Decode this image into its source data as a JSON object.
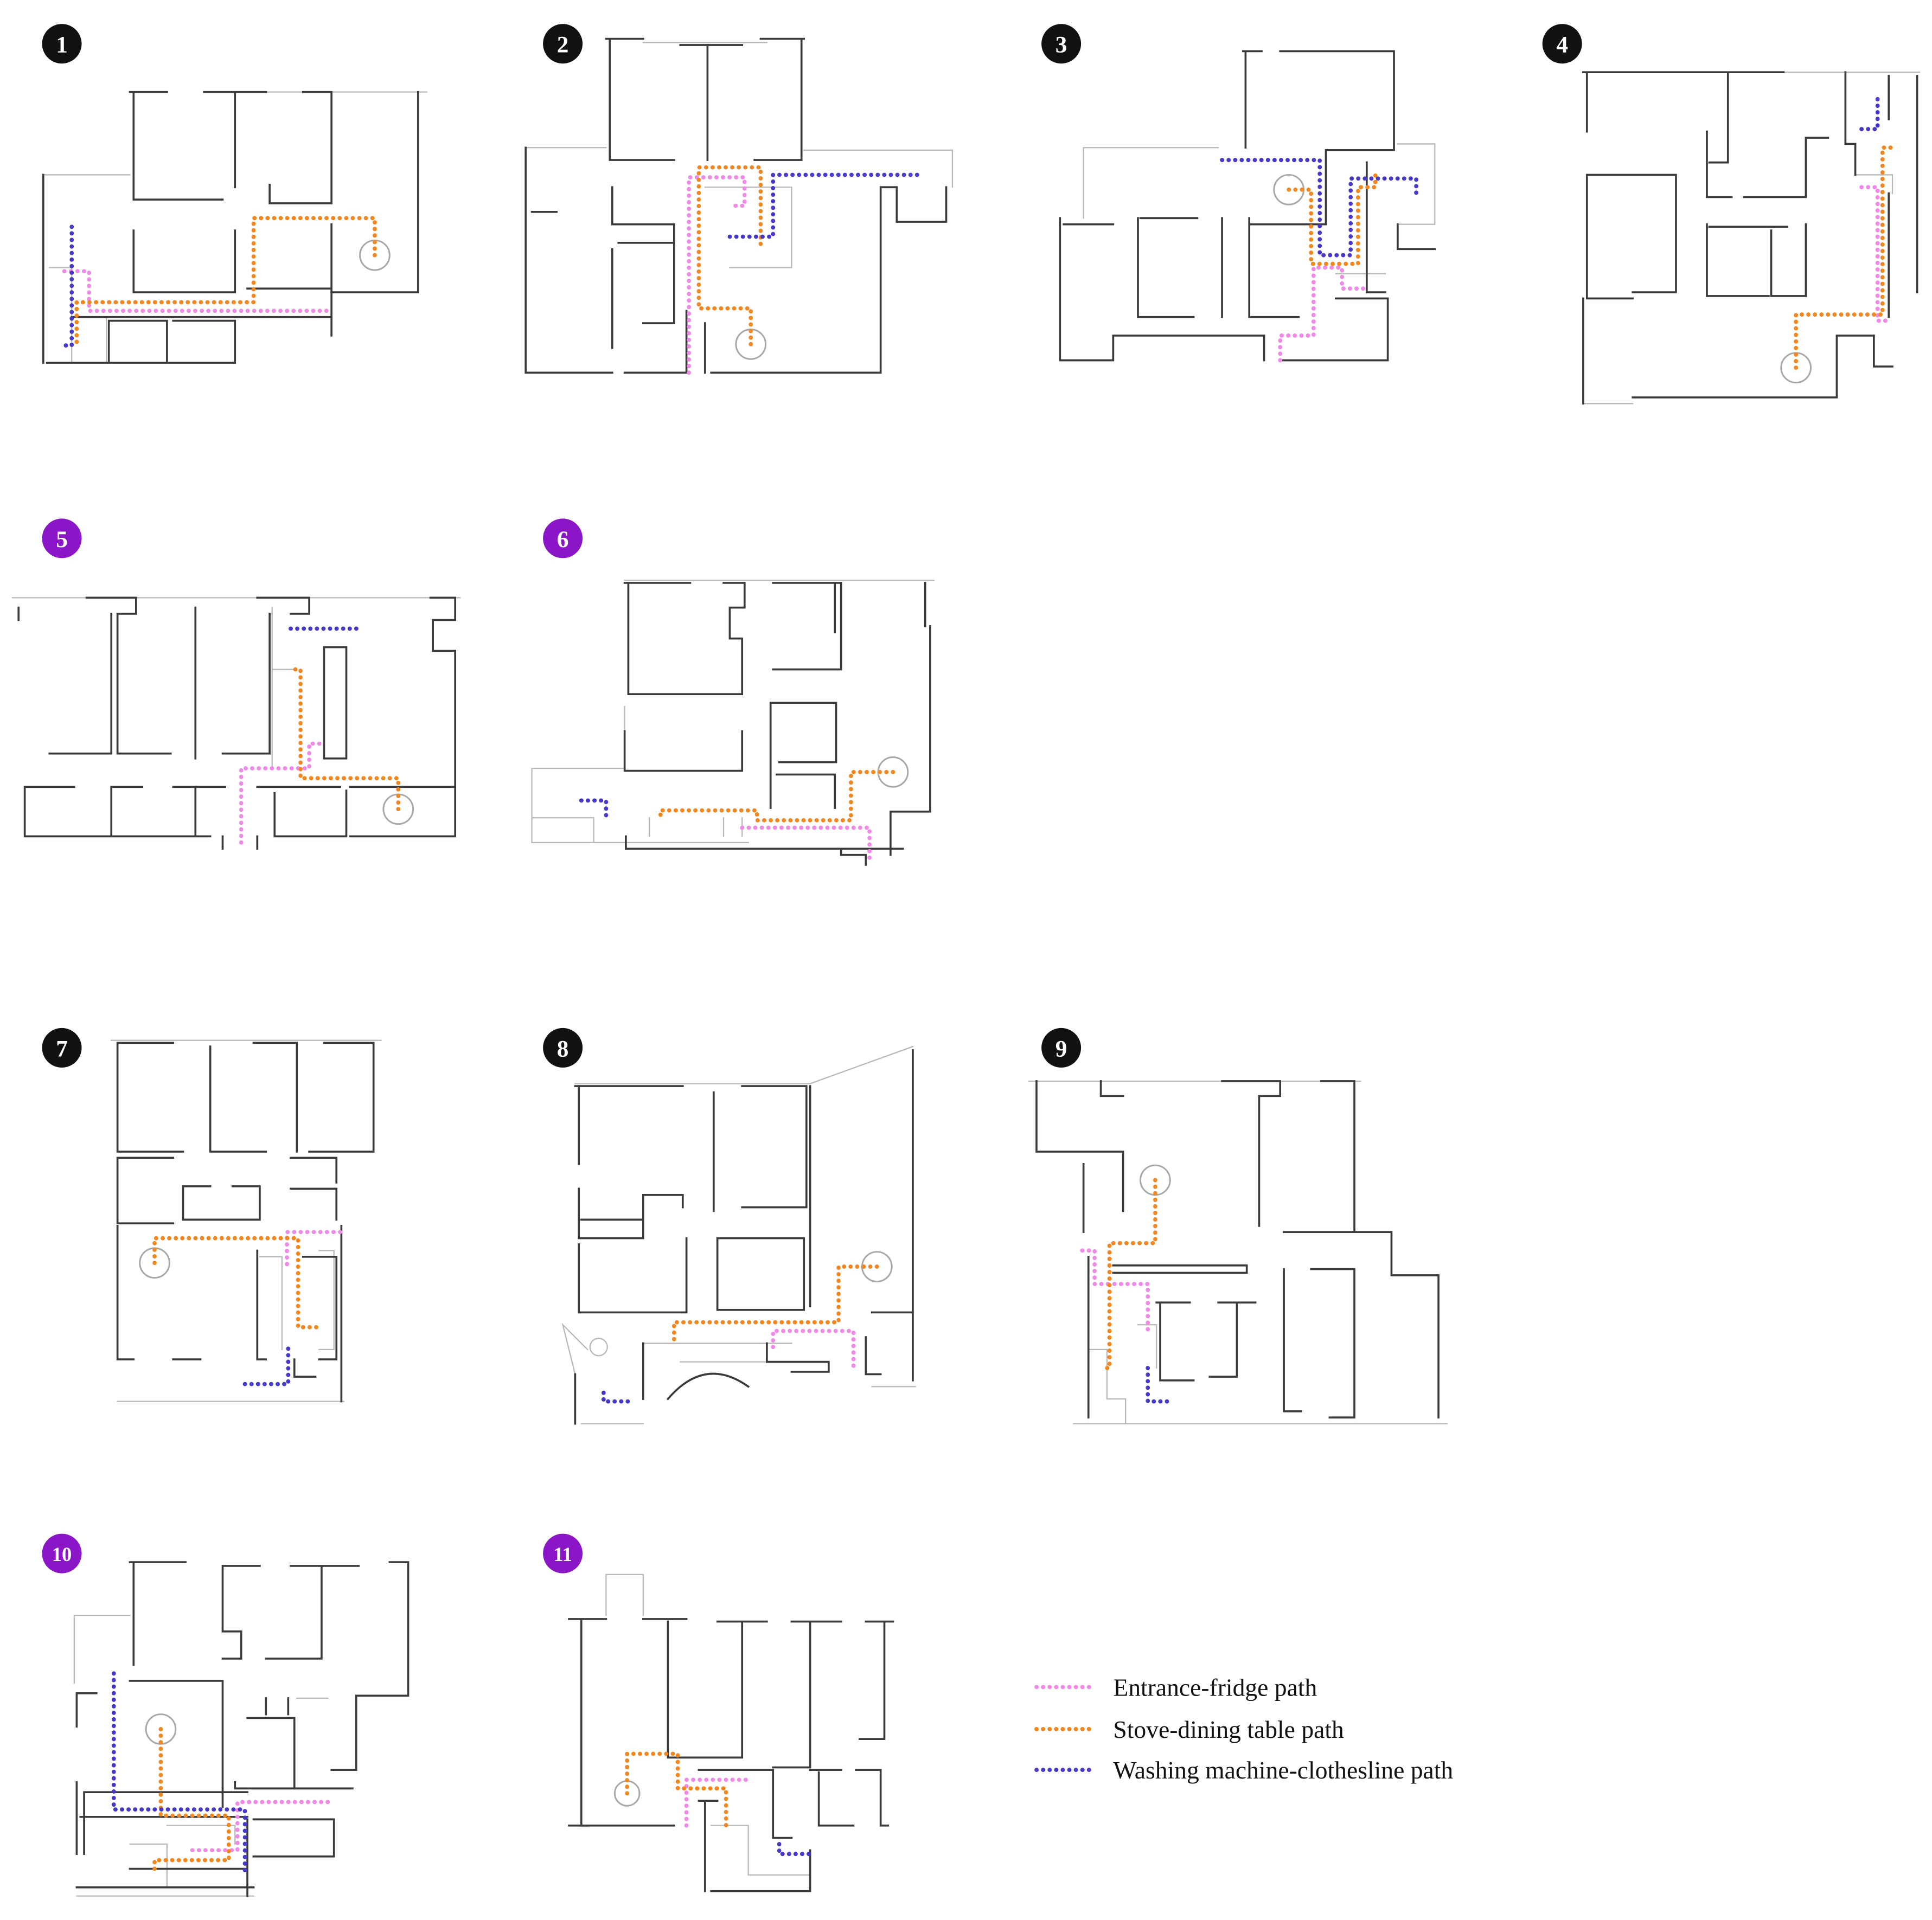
{
  "colors": {
    "wall": "#3a3a3a",
    "wall_light": "#b8b8b8",
    "badge_black": "#111111",
    "badge_purple": "#8a16c8",
    "entrance_fridge": "#f08ae6",
    "stove_dining": "#f3871f",
    "washing_clothesline": "#4638c8"
  },
  "legend": {
    "items": [
      {
        "key": "entrance_fridge",
        "label": "Entrance-fridge path"
      },
      {
        "key": "stove_dining",
        "label": "Stove-dining table path"
      },
      {
        "key": "washing_clothesline",
        "label": "Washing machine-clothesline path"
      }
    ]
  },
  "plans": [
    {
      "label": "1",
      "badge": "black"
    },
    {
      "label": "2",
      "badge": "black"
    },
    {
      "label": "3",
      "badge": "black"
    },
    {
      "label": "4",
      "badge": "black"
    },
    {
      "label": "5",
      "badge": "purple"
    },
    {
      "label": "6",
      "badge": "purple"
    },
    {
      "label": "7",
      "badge": "black"
    },
    {
      "label": "8",
      "badge": "black"
    },
    {
      "label": "9",
      "badge": "black"
    },
    {
      "label": "10",
      "badge": "purple"
    },
    {
      "label": "11",
      "badge": "purple"
    }
  ]
}
